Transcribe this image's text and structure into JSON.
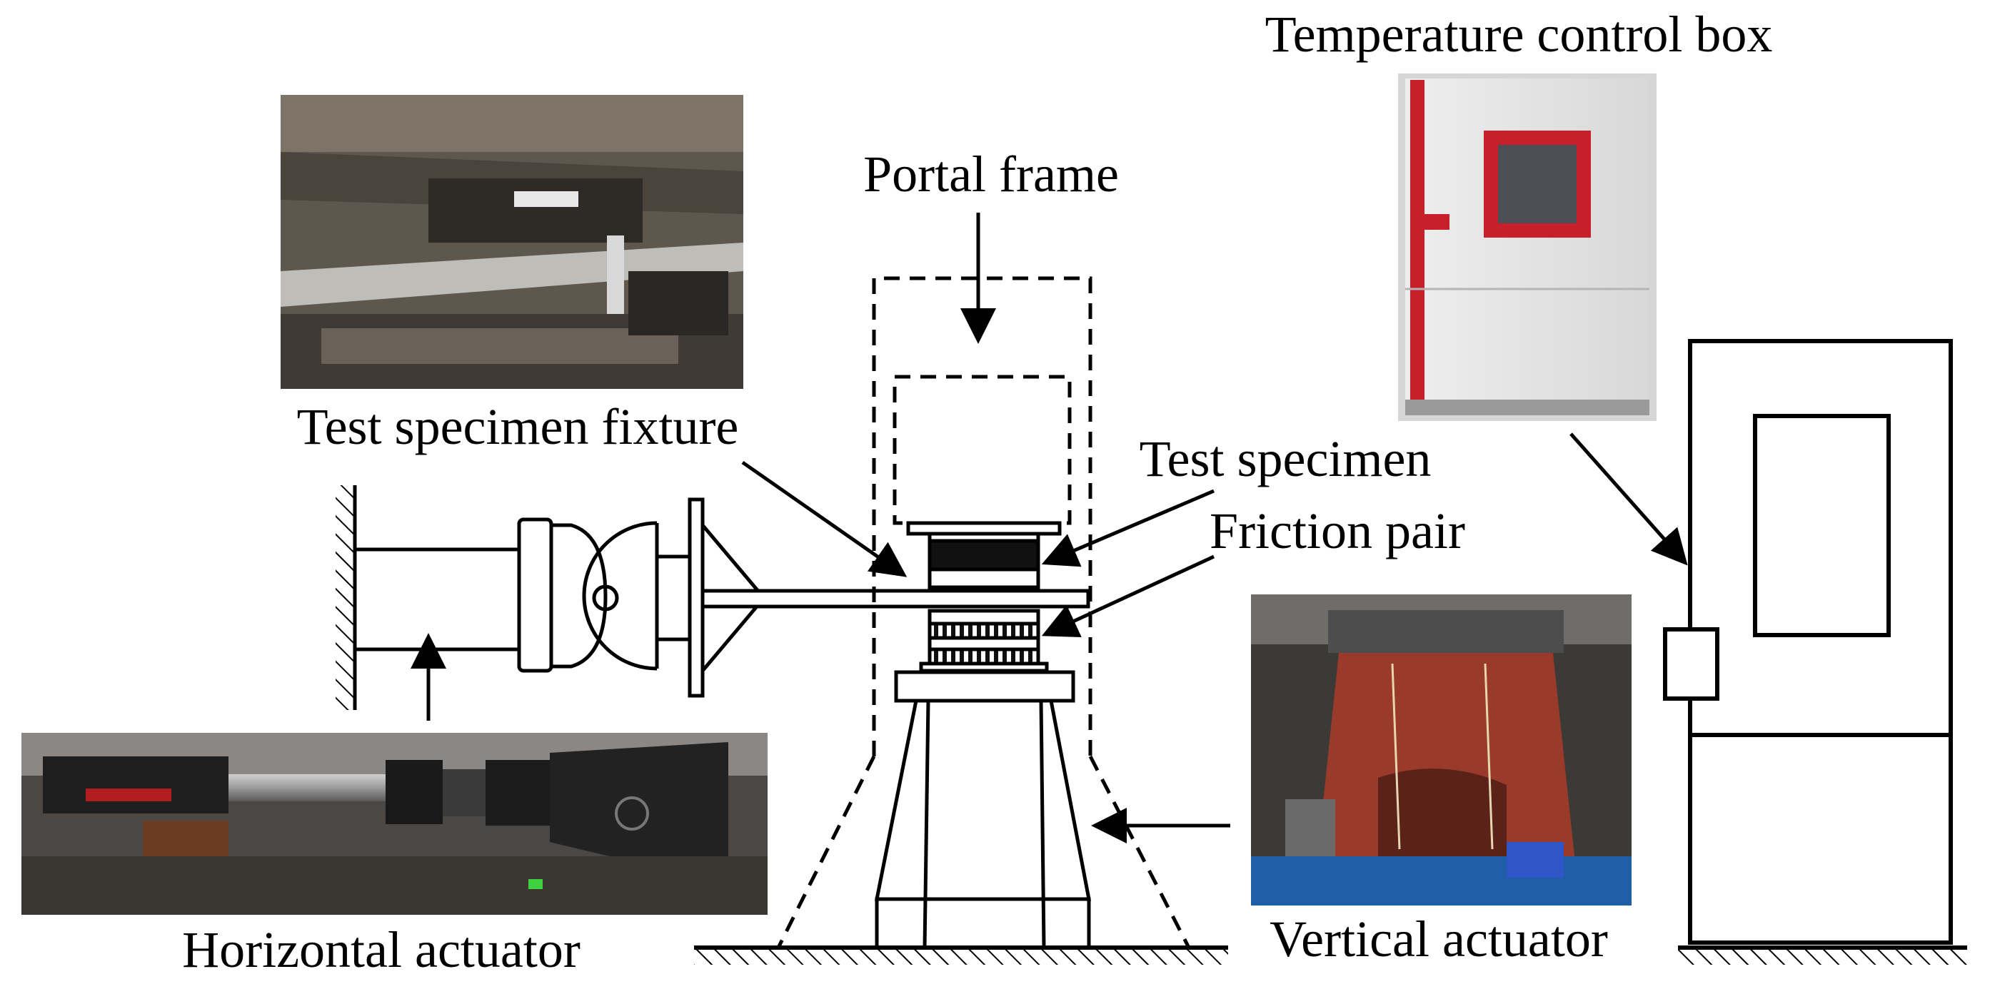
{
  "labels": {
    "temperature_control_box": "Temperature control box",
    "portal_frame": "Portal frame",
    "test_specimen_fixture": "Test specimen fixture",
    "test_specimen": "Test specimen",
    "friction_pair": "Friction pair",
    "horizontal_actuator": "Horizontal actuator",
    "vertical_actuator": "Vertical actuator"
  },
  "photos": {
    "fixture_photo": "fixture-photo",
    "temperature_box_photo": "temperature-box-photo",
    "horizontal_actuator_photo": "horizontal-actuator-photo",
    "vertical_actuator_photo": "vertical-actuator-photo"
  },
  "colors": {
    "line": "#000000",
    "box_red": "#c8202a",
    "actuator_red": "#9a3a2a",
    "photo_dark": "#3b3a36"
  }
}
